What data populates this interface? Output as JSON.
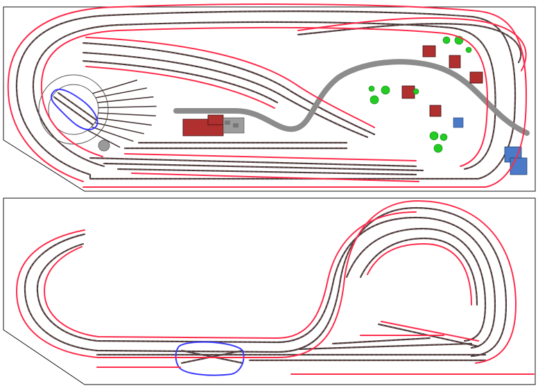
{
  "colors": {
    "track": "#4a3a3a",
    "track_tie": "#9a6a6a",
    "highlight_red": "#ff2a4a",
    "highlight_blue": "#3a3aff",
    "road": "#8c8c8c",
    "building_red": "#b03030",
    "building_blue": "#4a7ac8",
    "tree_green": "#22cc22"
  },
  "icons": {
    "turntable": "turntable-icon",
    "tree": "tree-icon",
    "house": "house-icon",
    "station": "station-building-icon",
    "factory": "factory-icon"
  },
  "counts": {
    "turntable_stalls": 9,
    "houses": 6,
    "trees": 10
  }
}
